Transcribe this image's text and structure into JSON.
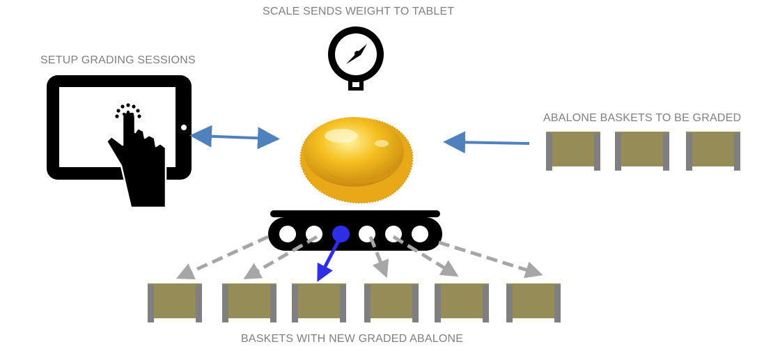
{
  "labels": {
    "scale": "SCALE SENDS WEIGHT TO TABLET",
    "setup": "SETUP GRADING SESSIONS",
    "incoming": "ABALONE BASKETS TO BE GRADED",
    "outgoing": "BASKETS WITH NEW GRADED ABALONE"
  },
  "icons": {
    "scale": "gauge-icon",
    "tablet": "tablet-touch-icon",
    "abalone": "abalone-image",
    "conveyor": "conveyor-roller-icon",
    "basket": "basket-icon"
  },
  "colors": {
    "label": "#7f7f7f",
    "icon": "#000000",
    "sync_arrow": "#4f81bd",
    "active_arrow": "#2e2ee8",
    "sort_arrow": "#a6a6a6",
    "basket_fill": "#958c57",
    "basket_side": "#7f7f7f"
  },
  "conveyor": {
    "rollers": 6,
    "active_roller_index": 2
  }
}
